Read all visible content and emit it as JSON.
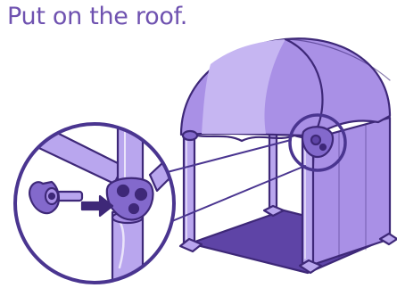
{
  "instruction": {
    "text": "Put on the roof."
  },
  "illustration": {
    "subject": "play-tent",
    "detail_view": "connector-close-up",
    "colors": {
      "heading": "#6f52b0",
      "tent_fabric": "#a990e6",
      "tent_fabric_dark": "#8369cc",
      "tent_fabric_light": "#c6b6f2",
      "floor": "#5e44a6",
      "poles": "#b9a6ee",
      "outline": "#3e2878",
      "callout_ring": "#4a3590",
      "arrow": "#3e2878"
    }
  }
}
